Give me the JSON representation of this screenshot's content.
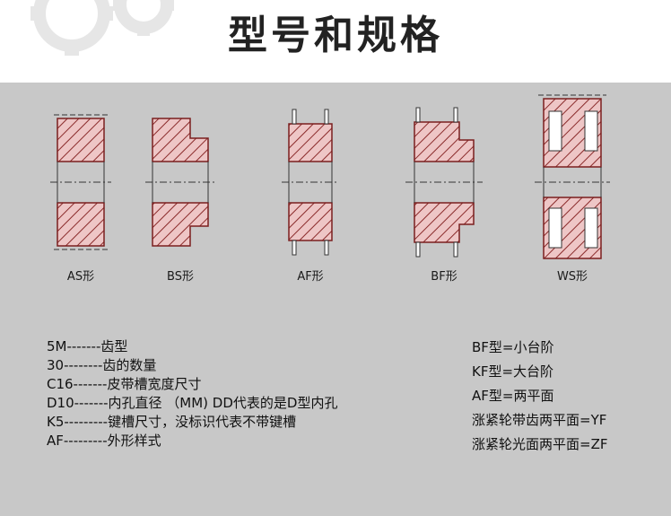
{
  "page": {
    "title": "型号和规格"
  },
  "figures": [
    {
      "id": "as",
      "label": "AS形"
    },
    {
      "id": "bs",
      "label": "BS形"
    },
    {
      "id": "af",
      "label": "AF形"
    },
    {
      "id": "bf",
      "label": "BF形"
    },
    {
      "id": "ws",
      "label": "WS形"
    }
  ],
  "spec_lines": [
    "5M-------齿型",
    "30--------齿的数量",
    "C16-------皮带槽宽度尺寸",
    "D10-------内孔直径 （MM) DD代表的是D型内孔",
    "K5---------键槽尺寸，没标识代表不带键槽",
    "AF---------外形样式"
  ],
  "type_lines": [
    "BF型=小台阶",
    "KF型=大台阶",
    "AF型=两平面",
    "涨紧轮带齿两平面=YF",
    "涨紧轮光面两平面=ZF"
  ],
  "colors": {
    "panel_bg": "#c8c8c8",
    "hatch_fill": "#eec6c6",
    "hatch_line": "#8a2a2a",
    "outline": "#7a1f1f"
  }
}
